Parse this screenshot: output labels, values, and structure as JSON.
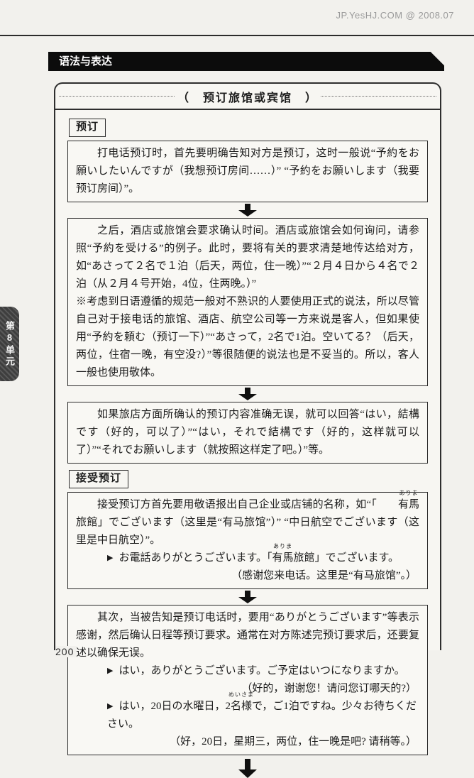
{
  "page": {
    "watermark": "JP.YesHJ.COM @ 2008.07",
    "banner": "语法与表达",
    "side_tab": "第8单元",
    "page_number": "200"
  },
  "ui": {
    "bullet": "▶"
  },
  "main": {
    "title": "（　预订旅馆或宾馆　）"
  },
  "sections": {
    "booking": {
      "label": "预订",
      "box1": {
        "p1": [
          {
            "t": "打电话预订时，首先要明确告知对方是预订，这时一般说“予約をお願いしたいんですが（我想预订房间……）” “予約をお願いします（我要预订房间）”。"
          }
        ]
      },
      "box2": {
        "p1": [
          {
            "t": "之后，酒店或旅馆会要求确认时间。酒店或旅馆会如何询问，请参照“予約を受ける”的例子。此时，要将有关的要求清楚地传达给对方，如“あさって２名で１泊（后天，两位，住一晚）”“２月４日から４名で２泊（从２月４号开始，4位，住两晚。）”"
          }
        ],
        "p2": [
          {
            "t": "※考虑到日语遵循的规范一般对不熟识的人要使用正式的说法，所以尽管自己对于接电话的旅馆、酒店、航空公司等一方来说是客人，但如果使用“予約を頼む（预订一下）”“あさって，2名で1泊。空いてる？（后天，两位，住宿一晚，有空没?）”等很随便的说法也是不妥当的。所以，客人一般也使用敬体。"
          }
        ]
      },
      "box3": {
        "p1": [
          {
            "t": "如果旅店方面所确认的预订内容准确无误，就可以回答“はい，結構です（好的，可以了）”“はい，それで結構です（好的，这样就可以了）”“それでお願いします（就按照这样定了吧。）”等。"
          }
        ]
      }
    },
    "accepting": {
      "label": "接受预订",
      "box4": {
        "p1": [
          {
            "t": "接受预订方首先要用敬语报出自己企业或店铺的名称，如“「"
          },
          {
            "t": "有馬",
            "r": "ありま"
          },
          {
            "t": "旅館」でございます（这里是“有马旅馆”）” “中日航空でございます（这里是中日航空）”。"
          }
        ],
        "p2": [
          {
            "t": "お電話ありがとうございます。「"
          },
          {
            "t": "有馬",
            "r": "ありま"
          },
          {
            "t": "旅館」でございます。"
          }
        ],
        "p3": [
          {
            "t": "（感谢您来电话。这里是“有马旅馆”。）"
          }
        ]
      },
      "box5": {
        "p1": [
          {
            "t": "其次，当被告知是预订电话时，要用“ありがとうございます”等表示感谢，然后确认日程等预订要求。通常在对方陈述完预订要求后，还要复述以确保无误。"
          }
        ],
        "p2": [
          {
            "t": "はい，ありがとうございます。ご予定はいつになりますか。"
          }
        ],
        "p3": [
          {
            "t": "（好的，谢谢您！请问您订哪天的?）"
          }
        ],
        "p4": [
          {
            "t": "はい，20日の水曜日，2"
          },
          {
            "t": "名様",
            "r": "めいさま"
          },
          {
            "t": "で，ご1泊ですね。少々お待ちください。"
          }
        ],
        "p5": [
          {
            "t": "（好，20日，星期三，两位，住一晚是吧? 请稍等。）"
          }
        ]
      }
    }
  }
}
